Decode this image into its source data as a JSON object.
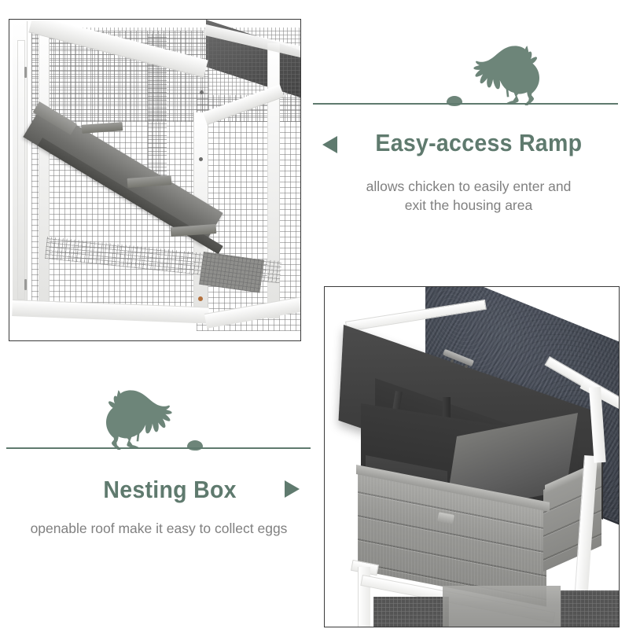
{
  "page": {
    "background_color": "#ffffff",
    "accent_green": "#5f7a6e",
    "silhouette_green": "#6d8579",
    "body_text_color": "#808080",
    "panel_border_color": "#3a3a3a"
  },
  "features": [
    {
      "id": "easy-access-ramp",
      "title": "Easy-access Ramp",
      "description_line_1": "allows chicken to easily enter and",
      "description_line_2": "exit the housing area",
      "arrow_direction": "left",
      "icon": "chicken-silhouette-icon",
      "egg_icon": "egg-icon",
      "divider": "horizontal-rule"
    },
    {
      "id": "nesting-box",
      "title": "Nesting Box",
      "description_line_1": "openable roof make it easy to collect eggs",
      "description_line_2": "",
      "arrow_direction": "right",
      "icon": "chicken-silhouette-icon",
      "egg_icon": "egg-icon",
      "divider": "horizontal-rule"
    }
  ],
  "photos": [
    {
      "id": "photo-ramp",
      "alt": "White wooden chicken coop run with wire mesh and grey cleated access ramp"
    },
    {
      "id": "photo-nest",
      "alt": "Grey nesting box with opened hinged roof showing two interior compartments"
    }
  ]
}
